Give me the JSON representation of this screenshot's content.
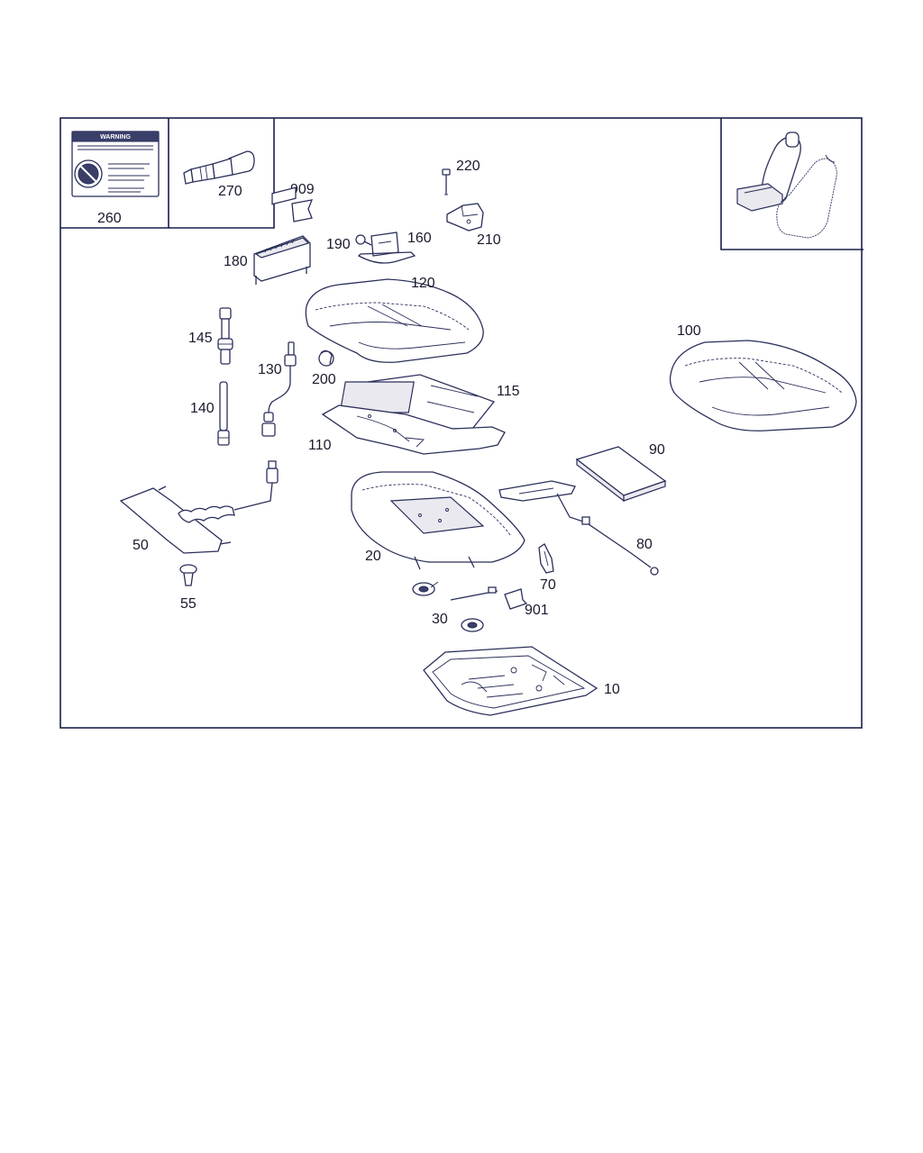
{
  "warning_label": {
    "title": "WARNING"
  },
  "parts": {
    "p260": "260",
    "p270": "270",
    "p909": "909",
    "p220": "220",
    "p180": "180",
    "p190": "190",
    "p160": "160",
    "p210": "210",
    "p120": "120",
    "p145": "145",
    "p130": "130",
    "p200": "200",
    "p100": "100",
    "p115": "115",
    "p140": "140",
    "p110": "110",
    "p90": "90",
    "p50": "50",
    "p20": "20",
    "p80": "80",
    "p70": "70",
    "p55": "55",
    "p901": "901",
    "p30": "30",
    "p10": "10"
  }
}
